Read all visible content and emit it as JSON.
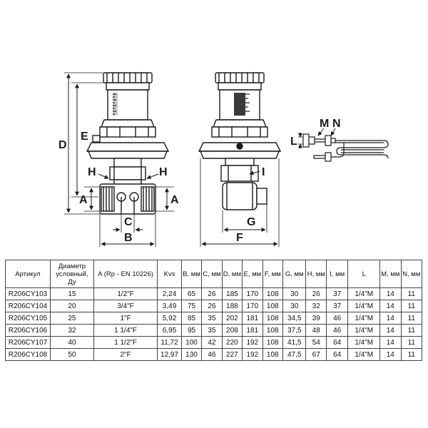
{
  "labels": {
    "D": "D",
    "E": "E",
    "H_left": "H",
    "H_right": "H",
    "A_left": "A",
    "A_right": "A",
    "C": "C",
    "B": "B",
    "I": "I",
    "G": "G",
    "F": "F",
    "M": "M",
    "N": "N",
    "L": "L"
  },
  "table": {
    "headers": [
      "Артикул",
      "Диаметр условный, Ду",
      "A (Rp - EN 10226)",
      "Kvs",
      "B, мм",
      "C, мм",
      "D, мм",
      "E, мм",
      "F, мм",
      "G, мм",
      "H, мм",
      "I, мм",
      "L",
      "M, мм",
      "N, мм"
    ],
    "rows": [
      [
        "R206CY103",
        "15",
        "1/2\"F",
        "2,24",
        "65",
        "26",
        "185",
        "170",
        "108",
        "30",
        "26",
        "37",
        "1/4\"M",
        "14",
        "11"
      ],
      [
        "R206CY104",
        "20",
        "3/4\"F",
        "3,49",
        "75",
        "26",
        "188",
        "170",
        "108",
        "30",
        "32",
        "37",
        "1/4\"M",
        "14",
        "11"
      ],
      [
        "R206CY105",
        "25",
        "1\"F",
        "5,92",
        "85",
        "35",
        "202",
        "181",
        "108",
        "34,5",
        "39",
        "46",
        "1/4\"M",
        "14",
        "11"
      ],
      [
        "R206CY106",
        "32",
        "1 1/4\"F",
        "6,95",
        "95",
        "35",
        "208",
        "181",
        "108",
        "37,5",
        "48",
        "46",
        "1/4\"M",
        "14",
        "11"
      ],
      [
        "R206CY107",
        "40",
        "1 1/2\"F",
        "11,72",
        "100",
        "42",
        "220",
        "192",
        "108",
        "41,5",
        "54",
        "64",
        "1/4\"M",
        "14",
        "11"
      ],
      [
        "R206CY108",
        "50",
        "2\"F",
        "12,97",
        "130",
        "46",
        "227",
        "192",
        "108",
        "47,5",
        "67",
        "64",
        "1/4\"M",
        "14",
        "11"
      ]
    ]
  }
}
